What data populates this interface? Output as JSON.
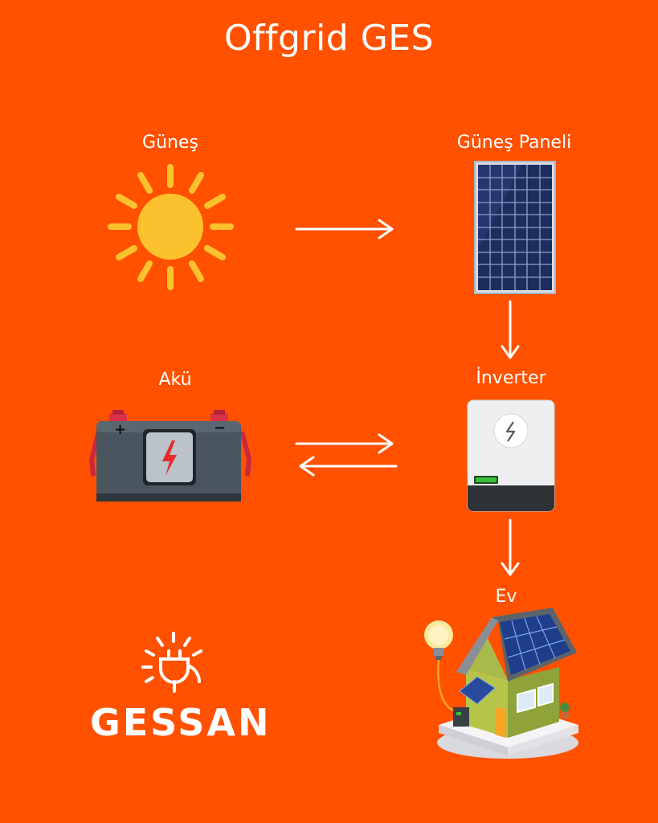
{
  "title": "Offgrid GES",
  "nodes": {
    "sun": "Güneş",
    "panel": "Güneş Paneli",
    "battery": "Akü",
    "inverter": "İnverter",
    "house": "Ev"
  },
  "battery_terminals": {
    "plus": "+",
    "minus": "−"
  },
  "brand": "GESSAN",
  "colors": {
    "background": "#FF5100",
    "sun": "#FCC22E",
    "panel": "#1E2C5E",
    "battery": "#4A5560",
    "lightning": "#E32D2D",
    "inverter_led": "#3DBE3D"
  }
}
